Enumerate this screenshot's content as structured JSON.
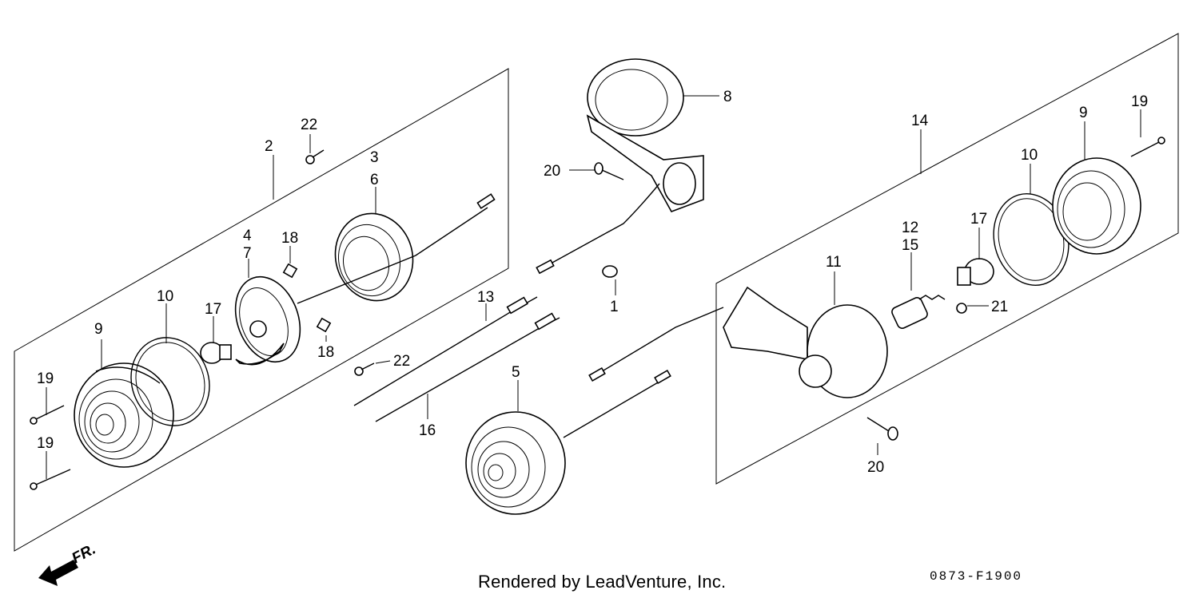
{
  "diagram": {
    "front_marker": "FR.",
    "callouts": [
      {
        "id": "c1",
        "text": "1"
      },
      {
        "id": "c2",
        "text": "2"
      },
      {
        "id": "c3",
        "text": "3"
      },
      {
        "id": "c4",
        "text": "4"
      },
      {
        "id": "c5",
        "text": "5"
      },
      {
        "id": "c6",
        "text": "6"
      },
      {
        "id": "c7",
        "text": "7"
      },
      {
        "id": "c8",
        "text": "8"
      },
      {
        "id": "c9a",
        "text": "9"
      },
      {
        "id": "c9b",
        "text": "9"
      },
      {
        "id": "c10a",
        "text": "10"
      },
      {
        "id": "c10b",
        "text": "10"
      },
      {
        "id": "c11",
        "text": "11"
      },
      {
        "id": "c12",
        "text": "12"
      },
      {
        "id": "c13",
        "text": "13"
      },
      {
        "id": "c14",
        "text": "14"
      },
      {
        "id": "c15",
        "text": "15"
      },
      {
        "id": "c16",
        "text": "16"
      },
      {
        "id": "c17a",
        "text": "17"
      },
      {
        "id": "c17b",
        "text": "17"
      },
      {
        "id": "c18a",
        "text": "18"
      },
      {
        "id": "c18b",
        "text": "18"
      },
      {
        "id": "c19a",
        "text": "19"
      },
      {
        "id": "c19b",
        "text": "19"
      },
      {
        "id": "c19c",
        "text": "19"
      },
      {
        "id": "c20a",
        "text": "20"
      },
      {
        "id": "c20b",
        "text": "20"
      },
      {
        "id": "c21",
        "text": "21"
      },
      {
        "id": "c22a",
        "text": "22"
      },
      {
        "id": "c22b",
        "text": "22"
      }
    ]
  },
  "footer": {
    "credit": "Rendered by LeadVenture, Inc.",
    "code": "0873-F1900"
  }
}
